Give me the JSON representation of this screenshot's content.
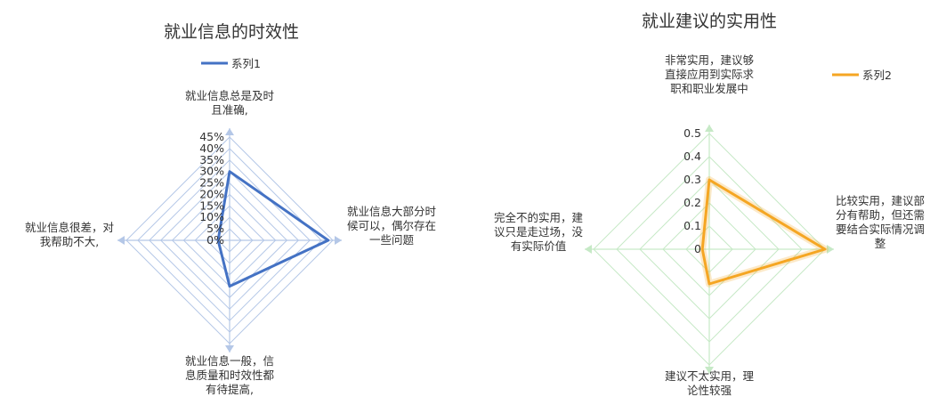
{
  "chart_data": [
    {
      "type": "radar",
      "title": "就业信息的时效性",
      "categories": [
        "就业信息总是及时且准确,",
        "就业信息大部分时候可以，偶尔存在一些问题",
        "就业信息一般，信息质量和时效性都有待提高,",
        "就业信息很差，对我帮助不大,"
      ],
      "label_lines": [
        [
          "就业信息总是及时",
          "且准确,"
        ],
        [
          "就业信息大部分时",
          "候可以，偶尔存在",
          "一些问题"
        ],
        [
          "就业信息一般，信",
          "息质量和时效性都",
          "有待提高,"
        ],
        [
          "就业信息很差，对",
          "我帮助不大,"
        ]
      ],
      "series": [
        {
          "name": "系列1",
          "values": [
            0.3,
            0.43,
            0.2,
            0.05
          ]
        }
      ],
      "ticks": [
        "0%",
        "5%",
        "10%",
        "15%",
        "20%",
        "25%",
        "30%",
        "35%",
        "40%",
        "45%"
      ],
      "rmax": 0.45,
      "color": "#4472c4",
      "grid_color": "#b4c7e7",
      "legend_position": "top"
    },
    {
      "type": "radar",
      "title": "就业建议的实用性",
      "categories": [
        "非常实用，建议够直接应用到实际求职和职业发展中",
        "比较实用，建议部分有帮助，但还需要结合实际情况调整",
        "建议不太实用，理论性较强",
        "完全不的实用，建议只是走过场，没有实际价值"
      ],
      "label_lines": [
        [
          "非常实用，建议够",
          "直接应用到实际求",
          "职和职业发展中"
        ],
        [
          "比较实用，建议部",
          "分有帮助，但还需",
          "要结合实际情况调",
          "整"
        ],
        [
          "建议不太实用，理",
          "论性较强"
        ],
        [
          "完全不的实用，建",
          "议只是走过场，没",
          "有实际价值"
        ]
      ],
      "series": [
        {
          "name": "系列2",
          "values": [
            0.3,
            0.5,
            0.15,
            0.03
          ]
        }
      ],
      "ticks": [
        "0",
        "0.1",
        "0.2",
        "0.3",
        "0.4",
        "0.5"
      ],
      "rmax": 0.5,
      "color": "#f5a623",
      "grid_color": "#c6e9c6",
      "legend_position": "top-right"
    }
  ]
}
